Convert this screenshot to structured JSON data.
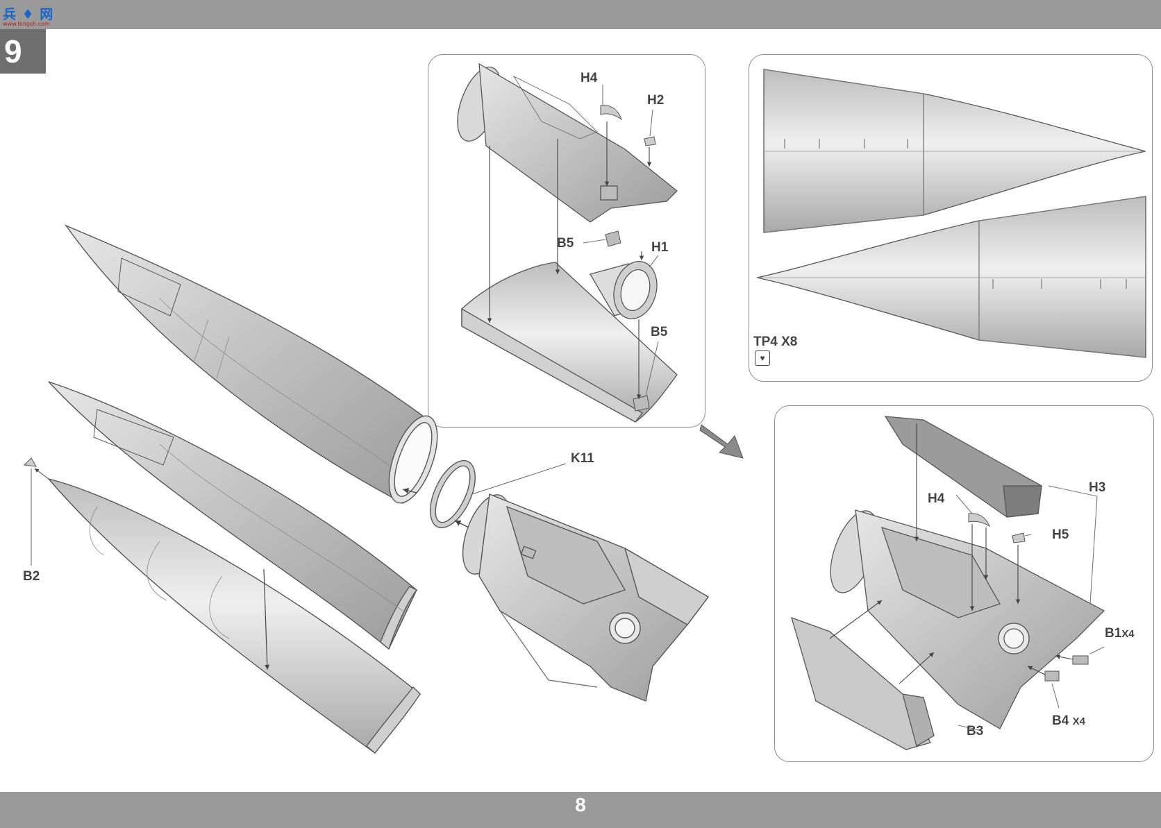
{
  "header": {
    "logo_text": "兵 ♦ 网",
    "logo_sub": "www.bingsh.com"
  },
  "step": {
    "number": "9"
  },
  "footer": {
    "page_number": "8"
  },
  "labels": {
    "top_panel": {
      "h4": "H4",
      "h2": "H2",
      "b5a": "B5",
      "h1": "H1",
      "b5b": "B5"
    },
    "nose_panel": {
      "tp4": "TP4 X8",
      "tp4_icon": "paint-mask-icon"
    },
    "main": {
      "k11": "K11",
      "b2": "B2"
    },
    "lower_panel": {
      "h4": "H4",
      "h3": "H3",
      "h5": "H5",
      "b1": "B1",
      "b1_qty": "X4",
      "b4": "B4",
      "b4_qty": "X4",
      "b3": "B3"
    }
  },
  "colors": {
    "bar": "#9a9a9a",
    "step_box": "#6e6e6e",
    "part_fill": "#d8d8d8",
    "outline": "#555555"
  }
}
